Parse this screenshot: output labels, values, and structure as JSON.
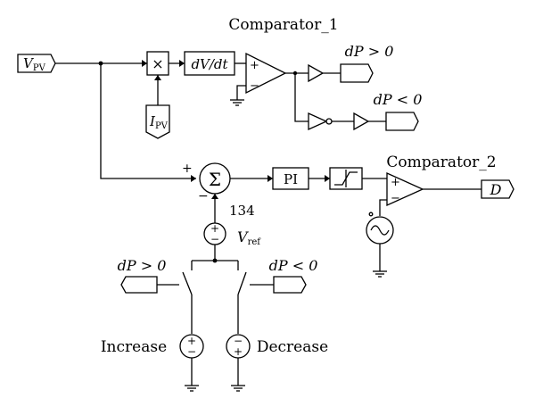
{
  "diagram": {
    "comparator1_label": "Comparator_1",
    "comparator2_label": "Comparator_2",
    "vpv": {
      "base": "V",
      "sub": "PV"
    },
    "ipv": {
      "base": "I",
      "sub": "PV"
    },
    "multiplier_symbol": "×",
    "derivative_label": "dV/dt",
    "dp_pos": "dP > 0",
    "dp_neg": "dP < 0",
    "sum_symbol": "Σ",
    "sum_plus": "+",
    "sum_minus": "−",
    "pi_label": "PI",
    "output_label": "D",
    "node_label": "134",
    "vref": {
      "base": "V",
      "sub": "ref"
    },
    "switch_in_pos": "dP > 0",
    "switch_in_neg": "dP < 0",
    "increase_label": "Increase",
    "decrease_label": "Decrease",
    "comp_plus": "+",
    "comp_minus": "−"
  }
}
